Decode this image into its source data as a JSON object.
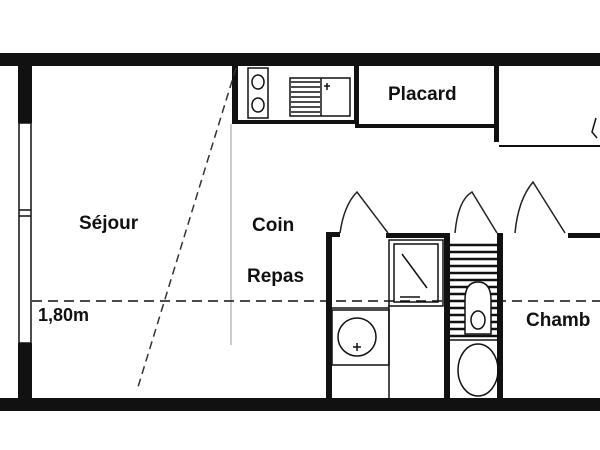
{
  "plan": {
    "type": "floor-plan",
    "colors": {
      "wall": "#111111",
      "line": "#222222",
      "background": "#ffffff"
    },
    "rooms": [
      {
        "id": "sejour",
        "label": "Séjour"
      },
      {
        "id": "coin-repas-1",
        "label": "Coin"
      },
      {
        "id": "coin-repas-2",
        "label": "Repas"
      },
      {
        "id": "placard",
        "label": "Placard"
      },
      {
        "id": "chambre",
        "label": "Chamb"
      }
    ],
    "dimension": {
      "label": "1,80m"
    },
    "fixtures": [
      "cooktop",
      "sink",
      "shower",
      "toilet",
      "washbasin",
      "bathtub",
      "washing-machine"
    ]
  }
}
